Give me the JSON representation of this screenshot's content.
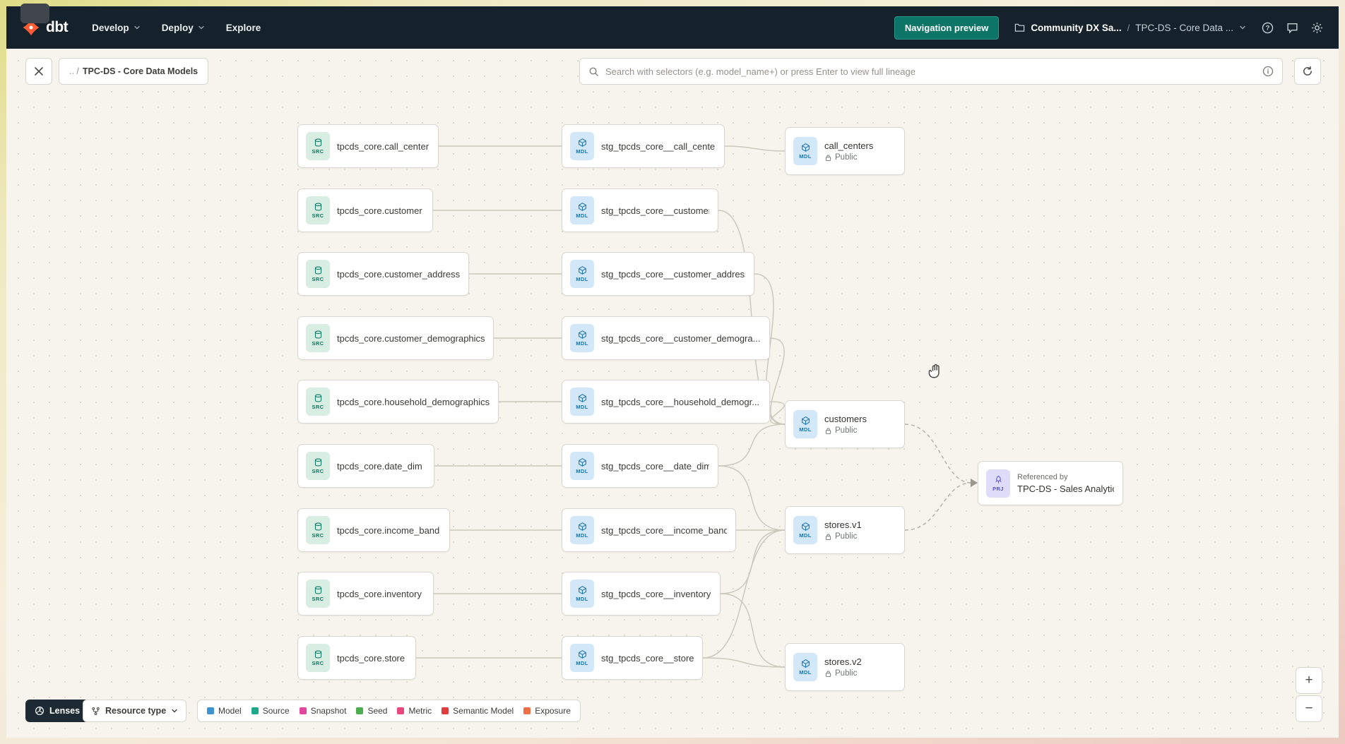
{
  "navbar": {
    "brand": "dbt",
    "items": [
      {
        "label": "Develop"
      },
      {
        "label": "Deploy"
      },
      {
        "label": "Explore"
      }
    ],
    "preview_button": "Navigation preview",
    "breadcrumb": {
      "project": "Community DX Sa...",
      "separator": "/",
      "page": "TPC-DS - Core Data ..."
    }
  },
  "toolbar": {
    "chip_prefix": ".. /",
    "chip_label": "TPC-DS - Core Data Models",
    "search_placeholder": "Search with selectors (e.g. model_name+) or press Enter to view full lineage"
  },
  "graph": {
    "sources": [
      {
        "badge": "SRC",
        "label": "tpcds_core.call_center"
      },
      {
        "badge": "SRC",
        "label": "tpcds_core.customer"
      },
      {
        "badge": "SRC",
        "label": "tpcds_core.customer_address"
      },
      {
        "badge": "SRC",
        "label": "tpcds_core.customer_demographics"
      },
      {
        "badge": "SRC",
        "label": "tpcds_core.household_demographics"
      },
      {
        "badge": "SRC",
        "label": "tpcds_core.date_dim"
      },
      {
        "badge": "SRC",
        "label": "tpcds_core.income_band"
      },
      {
        "badge": "SRC",
        "label": "tpcds_core.inventory"
      },
      {
        "badge": "SRC",
        "label": "tpcds_core.store"
      }
    ],
    "staging": [
      {
        "badge": "MDL",
        "label": "stg_tpcds_core__call_center"
      },
      {
        "badge": "MDL",
        "label": "stg_tpcds_core__customer"
      },
      {
        "badge": "MDL",
        "label": "stg_tpcds_core__customer_address"
      },
      {
        "badge": "MDL",
        "label": "stg_tpcds_core__customer_demogra..."
      },
      {
        "badge": "MDL",
        "label": "stg_tpcds_core__household_demogr..."
      },
      {
        "badge": "MDL",
        "label": "stg_tpcds_core__date_dim"
      },
      {
        "badge": "MDL",
        "label": "stg_tpcds_core__income_band"
      },
      {
        "badge": "MDL",
        "label": "stg_tpcds_core__inventory"
      },
      {
        "badge": "MDL",
        "label": "stg_tpcds_core__store"
      }
    ],
    "publics": [
      {
        "badge": "MDL",
        "name": "call_centers",
        "access": "Public"
      },
      {
        "badge": "MDL",
        "name": "customers",
        "access": "Public"
      },
      {
        "badge": "MDL",
        "name": "stores.v1",
        "access": "Public"
      },
      {
        "badge": "MDL",
        "name": "stores.v2",
        "access": "Public"
      }
    ],
    "project_ref": {
      "badge": "PRJ",
      "caption": "Referenced by",
      "name": "TPC-DS - Sales Analytics"
    }
  },
  "footer": {
    "lenses_label": "Lenses",
    "resource_type_label": "Resource type",
    "legend": [
      {
        "label": "Model",
        "color": "#3f93d2"
      },
      {
        "label": "Source",
        "color": "#1fa98c"
      },
      {
        "label": "Snapshot",
        "color": "#e0479e"
      },
      {
        "label": "Seed",
        "color": "#4cae50"
      },
      {
        "label": "Metric",
        "color": "#e8487c"
      },
      {
        "label": "Semantic Model",
        "color": "#df3d3d"
      },
      {
        "label": "Exposure",
        "color": "#ee6f45"
      }
    ],
    "zoom_in": "+",
    "zoom_out": "−"
  }
}
